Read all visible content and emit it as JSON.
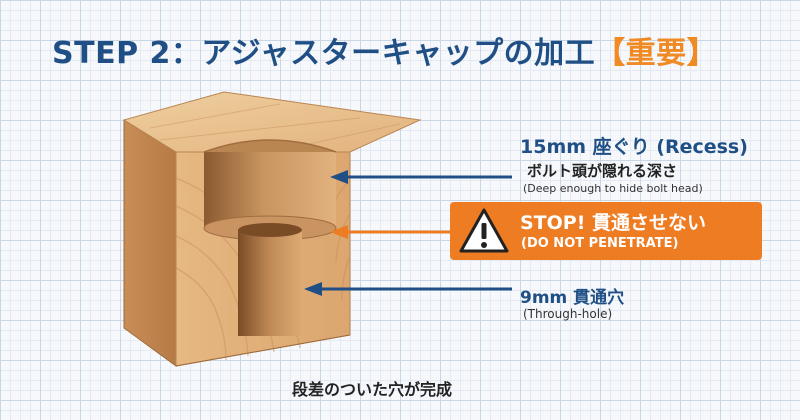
{
  "title": {
    "main": "STEP 2：アジャスターキャップの加工",
    "accent": "【重要】"
  },
  "labels": {
    "recess": {
      "main": "15mm 座ぐり (Recess)",
      "sub": "ボルト頭が隠れる深さ",
      "en": "(Deep enough to hide bolt head)"
    },
    "stop": {
      "main": "STOP! 貫通させない",
      "en": "(DO NOT PENETRATE)"
    },
    "through": {
      "main": "9mm 貫通穴",
      "en": "(Through-hole)"
    }
  },
  "caption": "段差のついた穴が完成",
  "colors": {
    "title": "#1f4f85",
    "accent": "#f08a24",
    "arrow_blue": "#1f4f85",
    "warning": "#ee7c23",
    "wood_light": "#e7bd8c",
    "wood_mid": "#d9a46f",
    "wood_dark": "#b87a48",
    "grid": "#c9d6e6"
  },
  "icons": {
    "warning": "warning-triangle-icon"
  }
}
